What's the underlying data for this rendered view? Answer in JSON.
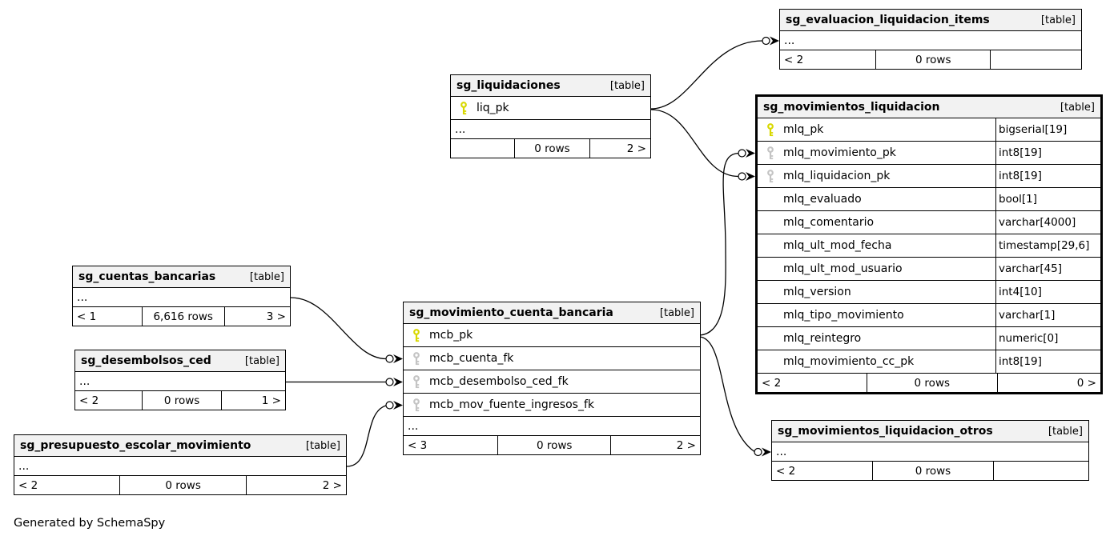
{
  "credit": "Generated by SchemaSpy",
  "colors": {
    "node_header_bg": "#f2f2f2",
    "node_border": "#000000",
    "primary_key_icon": "#d8d800",
    "foreign_key_icon": "#c4c4c4",
    "edge": "#000000"
  },
  "tables": {
    "evaluacion_items": {
      "name": "sg_evaluacion_liquidacion_items",
      "tag": "[table]",
      "ellipsis": "...",
      "footer": {
        "left": "< 2",
        "center": "0 rows",
        "right": ""
      }
    },
    "liquidaciones": {
      "name": "sg_liquidaciones",
      "tag": "[table]",
      "columns": [
        {
          "name": "liq_pk",
          "key": "primary"
        }
      ],
      "ellipsis": "...",
      "footer": {
        "left": "",
        "center": "0 rows",
        "right": "2 >"
      }
    },
    "movimientos_liquidacion": {
      "name": "sg_movimientos_liquidacion",
      "tag": "[table]",
      "columns": [
        {
          "name": "mlq_pk",
          "type": "bigserial[19]",
          "key": "primary"
        },
        {
          "name": "mlq_movimiento_pk",
          "type": "int8[19]",
          "key": "foreign"
        },
        {
          "name": "mlq_liquidacion_pk",
          "type": "int8[19]",
          "key": "foreign"
        },
        {
          "name": "mlq_evaluado",
          "type": "bool[1]",
          "key": ""
        },
        {
          "name": "mlq_comentario",
          "type": "varchar[4000]",
          "key": ""
        },
        {
          "name": "mlq_ult_mod_fecha",
          "type": "timestamp[29,6]",
          "key": ""
        },
        {
          "name": "mlq_ult_mod_usuario",
          "type": "varchar[45]",
          "key": ""
        },
        {
          "name": "mlq_version",
          "type": "int4[10]",
          "key": ""
        },
        {
          "name": "mlq_tipo_movimiento",
          "type": "varchar[1]",
          "key": ""
        },
        {
          "name": "mlq_reintegro",
          "type": "numeric[0]",
          "key": ""
        },
        {
          "name": "mlq_movimiento_cc_pk",
          "type": "int8[19]",
          "key": ""
        }
      ],
      "footer": {
        "left": "< 2",
        "center": "0 rows",
        "right": "0 >"
      }
    },
    "cuentas_bancarias": {
      "name": "sg_cuentas_bancarias",
      "tag": "[table]",
      "ellipsis": "...",
      "footer": {
        "left": "< 1",
        "center": "6,616 rows",
        "right": "3 >"
      }
    },
    "desembolsos_ced": {
      "name": "sg_desembolsos_ced",
      "tag": "[table]",
      "ellipsis": "...",
      "footer": {
        "left": "< 2",
        "center": "0 rows",
        "right": "1 >"
      }
    },
    "presupuesto_escolar_movimiento": {
      "name": "sg_presupuesto_escolar_movimiento",
      "tag": "[table]",
      "ellipsis": "...",
      "footer": {
        "left": "< 2",
        "center": "0 rows",
        "right": "2 >"
      }
    },
    "movimiento_cuenta_bancaria": {
      "name": "sg_movimiento_cuenta_bancaria",
      "tag": "[table]",
      "columns": [
        {
          "name": "mcb_pk",
          "key": "primary"
        },
        {
          "name": "mcb_cuenta_fk",
          "key": "foreign"
        },
        {
          "name": "mcb_desembolso_ced_fk",
          "key": "foreign"
        },
        {
          "name": "mcb_mov_fuente_ingresos_fk",
          "key": "foreign"
        }
      ],
      "ellipsis": "...",
      "footer": {
        "left": "< 3",
        "center": "0 rows",
        "right": "2 >"
      }
    },
    "movimientos_liquidacion_otros": {
      "name": "sg_movimientos_liquidacion_otros",
      "tag": "[table]",
      "ellipsis": "...",
      "footer": {
        "left": "< 2",
        "center": "0 rows",
        "right": ""
      }
    }
  }
}
